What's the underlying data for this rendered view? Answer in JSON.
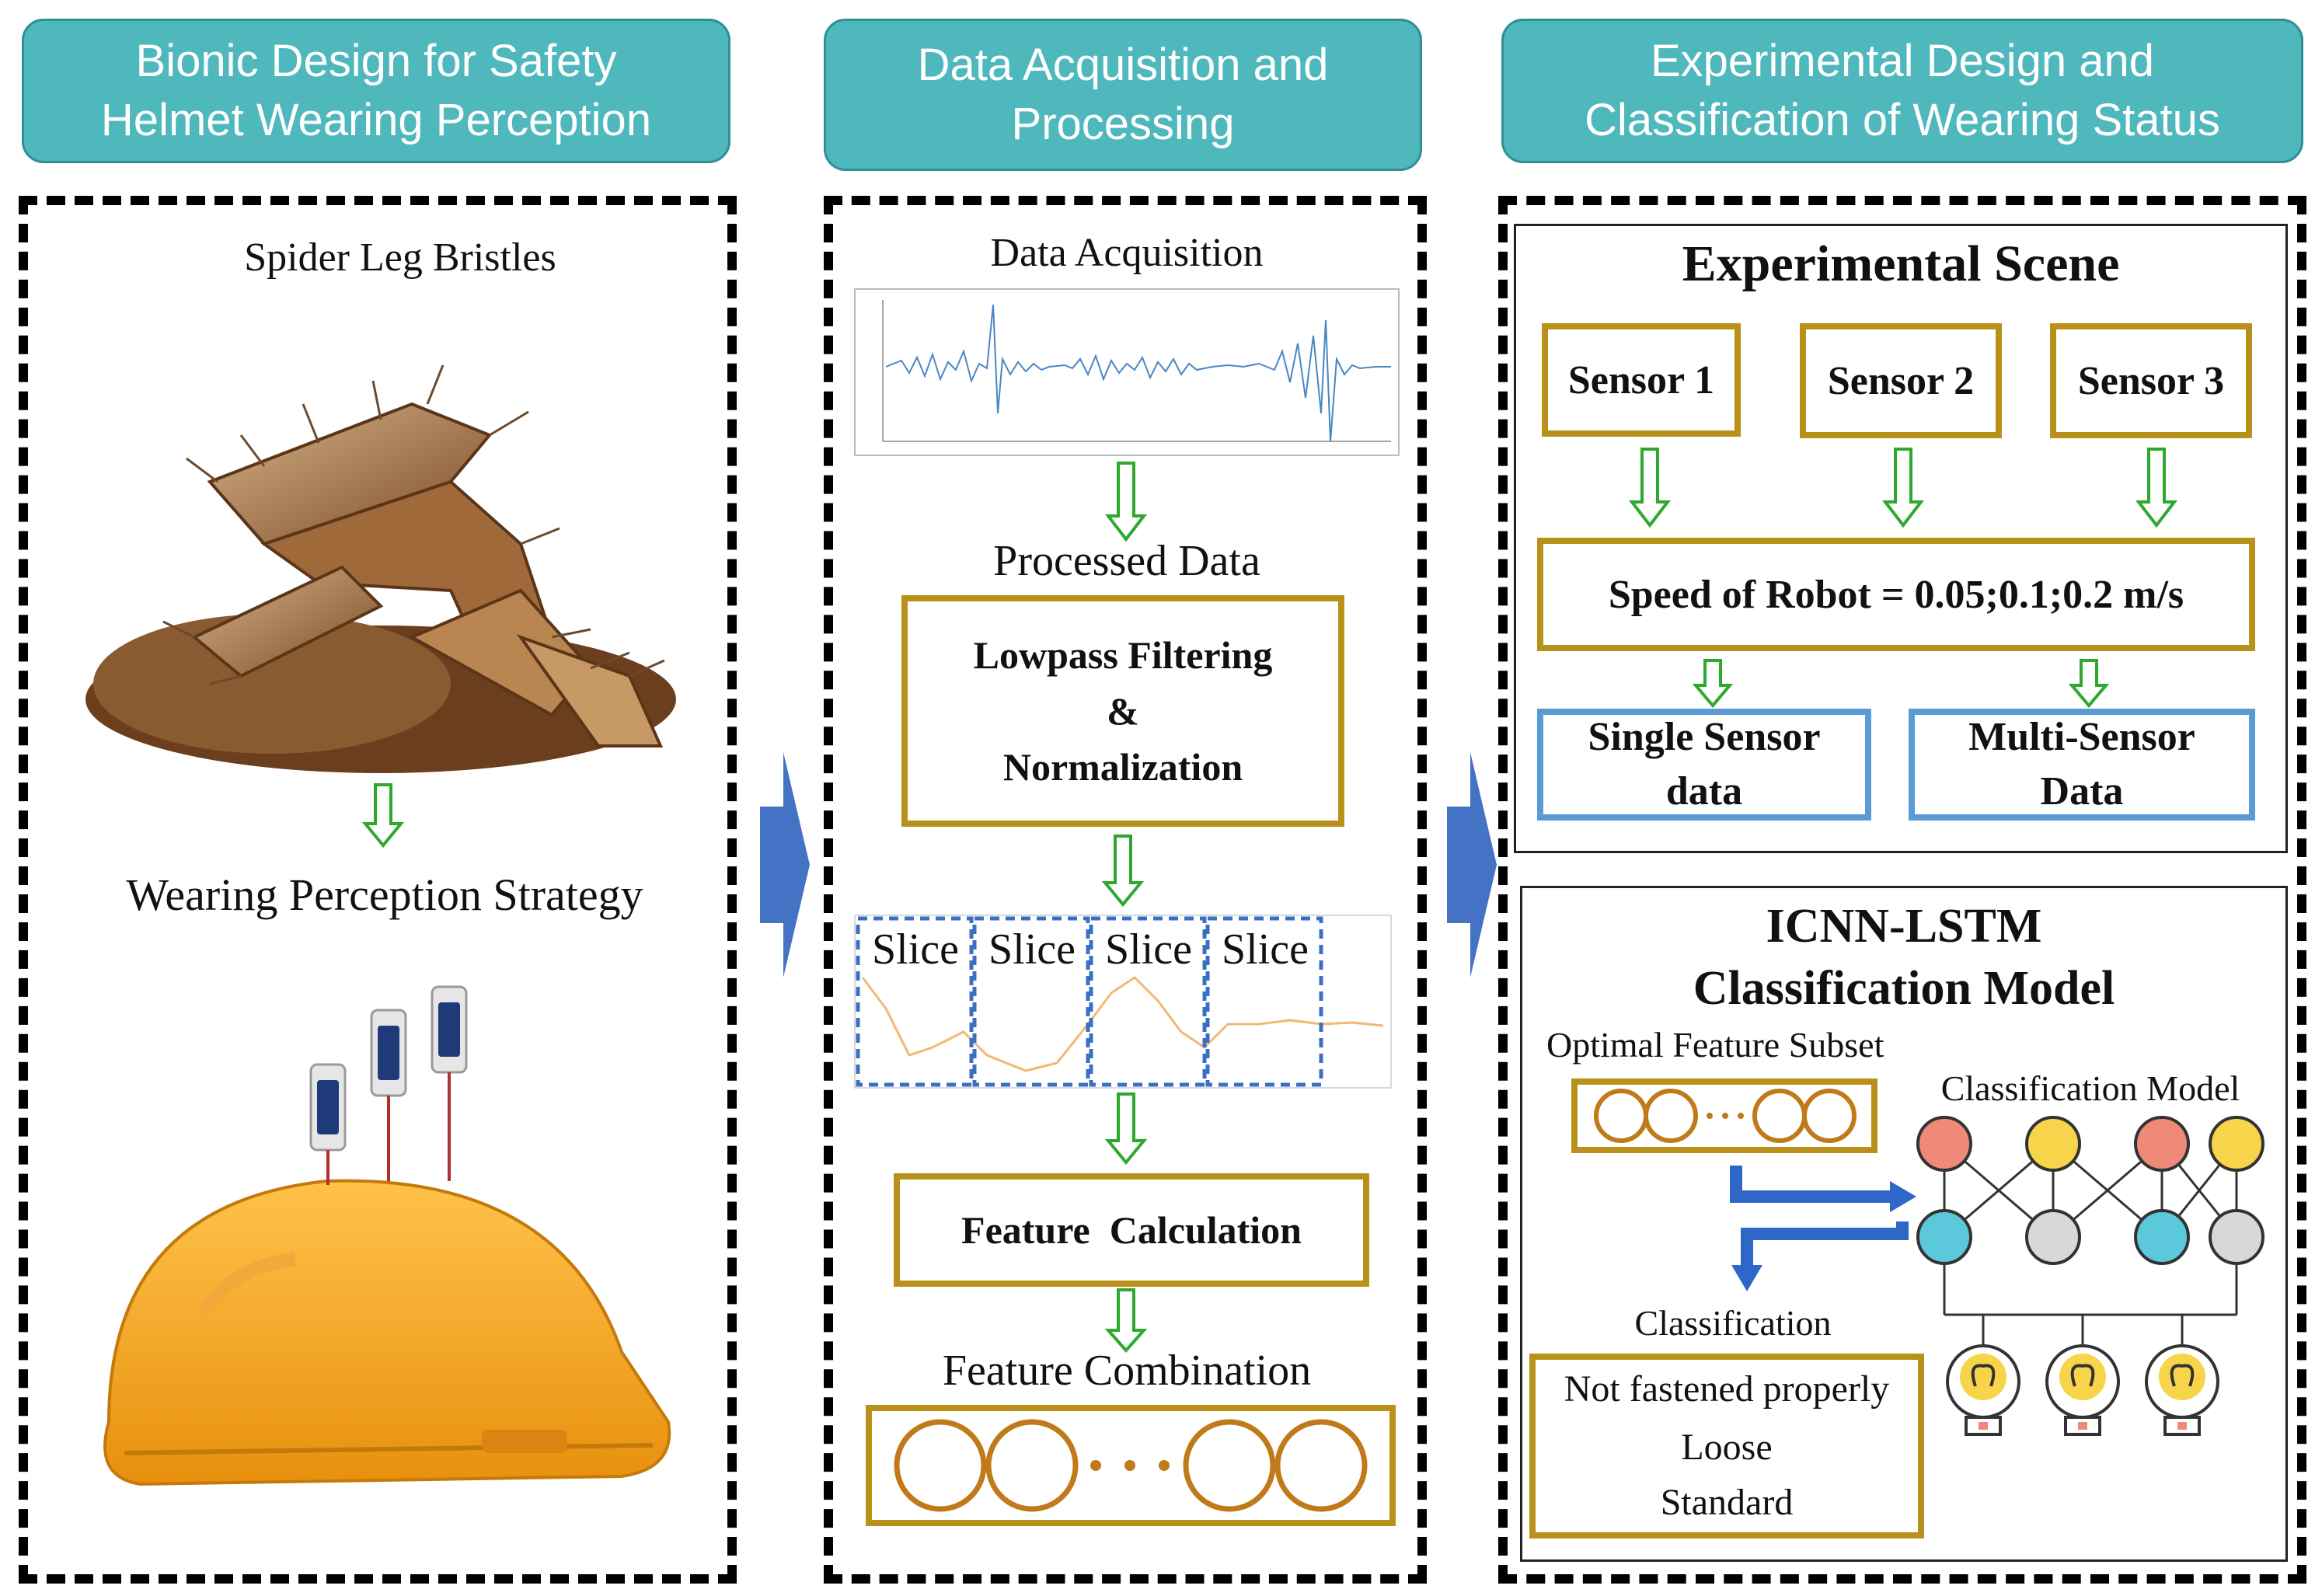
{
  "headers": {
    "left": "Bionic Design for Safety\nHelmet Wearing Perception",
    "middle": "Data Acquisition and\nProcessing",
    "right": "Experimental Design and\nClassification of Wearing Status"
  },
  "left_panel": {
    "spider_label": "Spider Leg Bristles",
    "strategy_label": "Wearing Perception Strategy"
  },
  "middle_panel": {
    "acquisition_label": "Data Acquisition",
    "processed_label": "Processed Data",
    "filter_box": "Lowpass Filtering\n&\nNormalization",
    "slices": [
      "Slice",
      "Slice",
      "Slice",
      "Slice"
    ],
    "feature_calc": "Feature  Calculation",
    "feature_combination": "Feature Combination"
  },
  "experimental_scene": {
    "title": "Experimental Scene",
    "sensors": [
      "Sensor 1",
      "Sensor 2",
      "Sensor 3"
    ],
    "speed": "Speed of Robot = 0.05;0.1;0.2 m/s",
    "single": "Single Sensor\ndata",
    "multi": "Multi-Sensor\nData"
  },
  "model_panel": {
    "title": "ICNN-LSTM\nClassification Model",
    "optimal_subset": "Optimal Feature Subset",
    "classification_model": "Classification Model",
    "classification": "Classification",
    "classes": [
      "Not fastened properly",
      "Loose",
      "Standard"
    ]
  },
  "colors": {
    "header_fill": "#4fb8bd",
    "gold": "#b8901a",
    "blue_box": "#5b9bd5",
    "down_arrow": "#2fa82f",
    "big_arrow": "#4472c4",
    "node_red": "#f08a78",
    "node_yellow": "#f7d44a",
    "node_cyan": "#5bc8dc",
    "node_gray": "#d8d8d8"
  }
}
